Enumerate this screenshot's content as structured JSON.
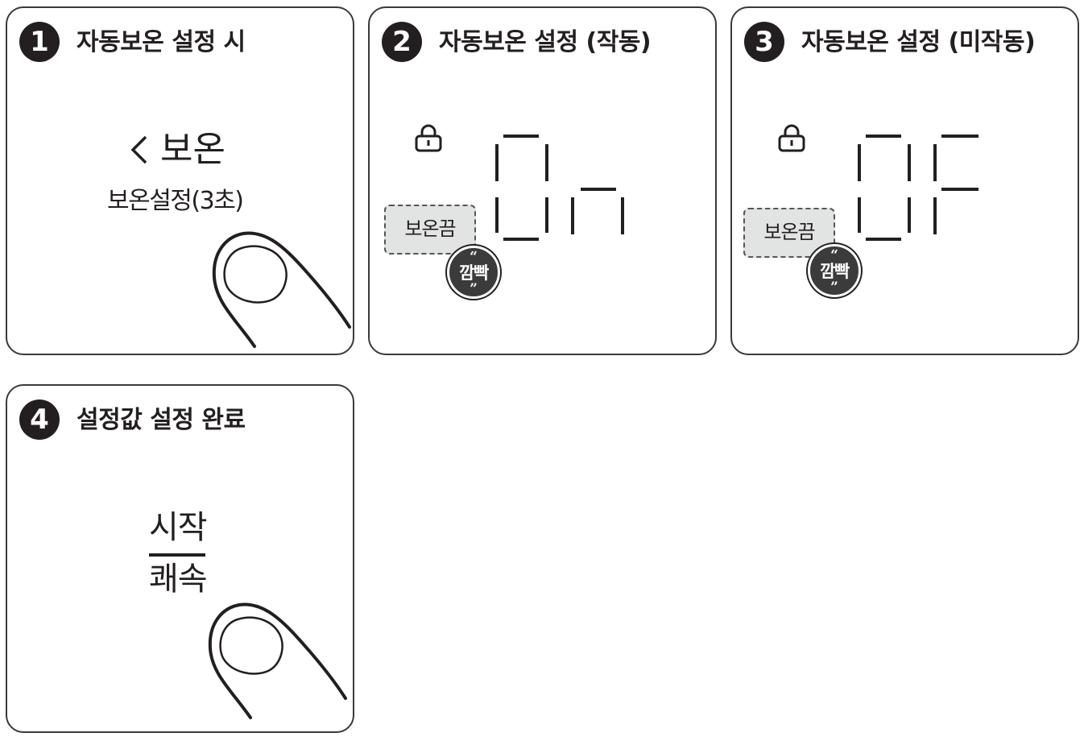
{
  "panels": [
    {
      "number": "1",
      "title": "자동보온 설정 시",
      "display_main": "보온",
      "display_sub": "보온설정(3초)"
    },
    {
      "number": "2",
      "title": "자동보온 설정 (작동)",
      "display_segments": "On",
      "label_box": "보온끔",
      "blink_badge": "깜빡",
      "blink_open_quote": "“",
      "blink_close_quote": "”"
    },
    {
      "number": "3",
      "title": "자동보온 설정 (미작동)",
      "display_segments": "OF",
      "label_box": "보온끔",
      "blink_badge": "깜빡",
      "blink_open_quote": "“",
      "blink_close_quote": "”"
    },
    {
      "number": "4",
      "title": "설정값 설정 완료",
      "button_top": "시작",
      "button_bottom": "쾌속"
    }
  ],
  "icons": {
    "back": "chevron-left-icon",
    "lock": "lock-icon",
    "finger": "finger-press-icon"
  },
  "colors": {
    "ink": "#231f20",
    "label_fill": "#e2e3e3",
    "badge_fill": "#3b3b3c"
  }
}
